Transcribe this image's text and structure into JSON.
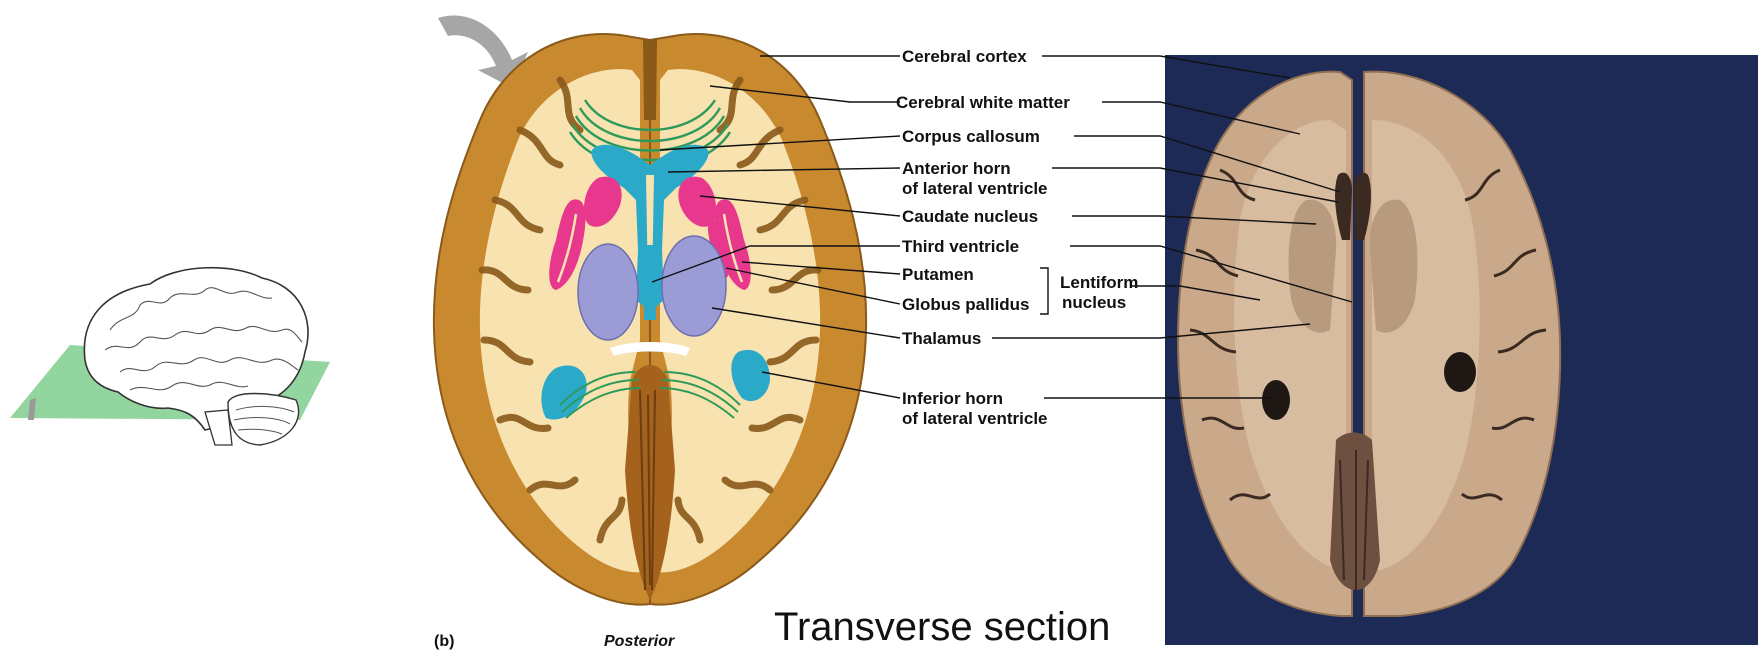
{
  "labels": {
    "cerebral_cortex": "Cerebral cortex",
    "cerebral_white_matter": "Cerebral white matter",
    "corpus_callosum": "Corpus callosum",
    "anterior_horn_line1": "Anterior horn",
    "anterior_horn_line2": "of lateral ventricle",
    "caudate_nucleus": "Caudate nucleus",
    "third_ventricle": "Third ventricle",
    "putamen": "Putamen",
    "globus_pallidus": "Globus pallidus",
    "lentiform_line1": "Lentiform",
    "lentiform_line2": "nucleus",
    "thalamus": "Thalamus",
    "inferior_horn_line1": "Inferior horn",
    "inferior_horn_line2": "of lateral ventricle"
  },
  "panel_tag": "(b)",
  "orientation_label": "Posterior",
  "caption": "Transverse section",
  "colors": {
    "cortex": "#c9892e",
    "white_matter": "#f7e2b0",
    "ventricle": "#2aa9c9",
    "basal_nuclei_pink": "#e8388e",
    "thalamus_lavender": "#9b9bd6",
    "corpus_callosum_green": "#2d9a5a",
    "plane_green": "#7fce8e",
    "photo_background": "#1c2a55",
    "photo_tissue": "#c9a98a"
  },
  "icons": {
    "orientation_arrow": "curved-arrow-icon"
  }
}
